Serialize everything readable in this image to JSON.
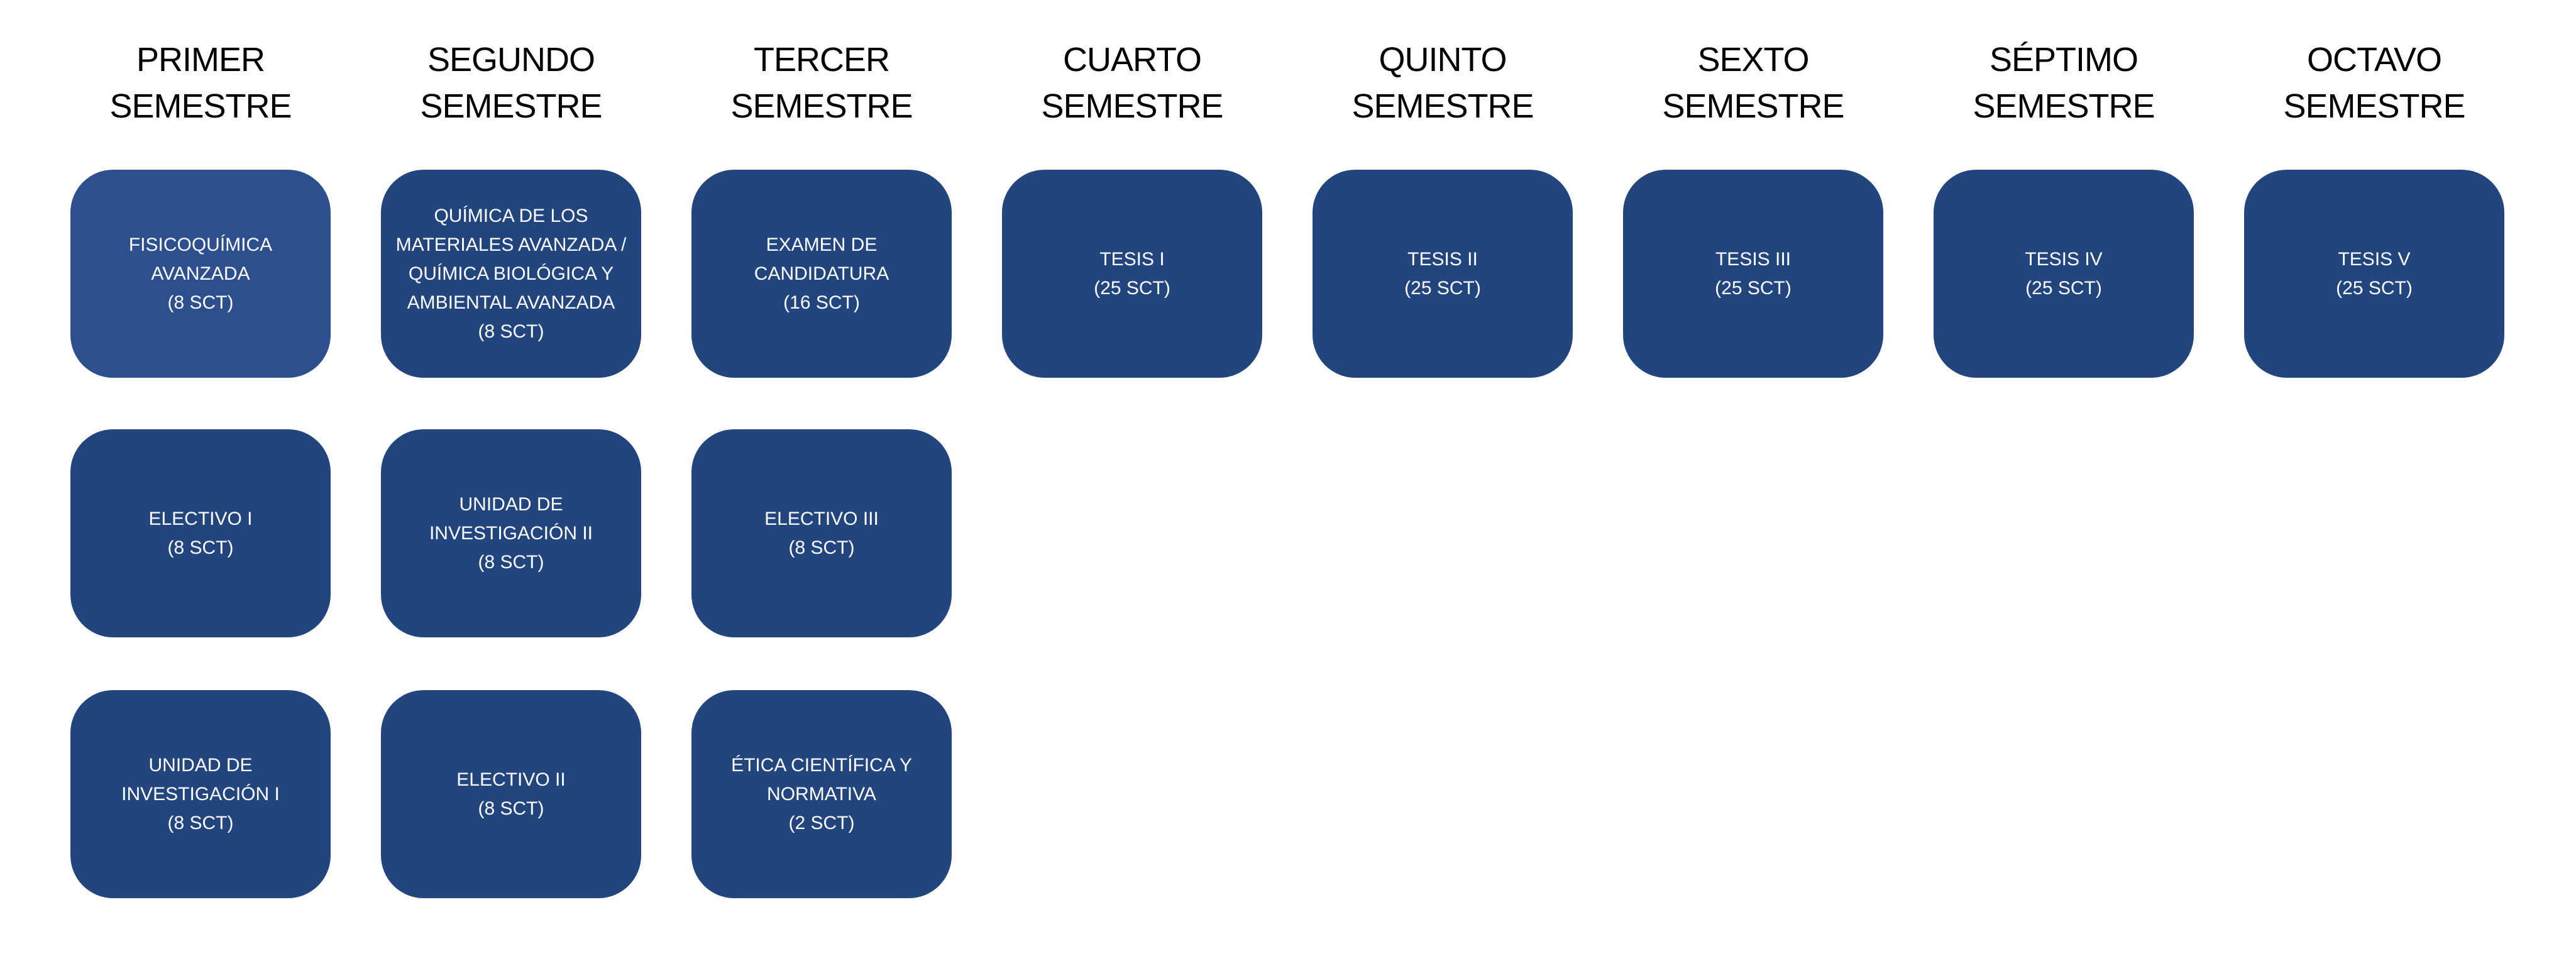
{
  "colors": {
    "box_fill": "#23457E",
    "box_fill_light": "#2D4F8E",
    "box_text": "#FFFFFF",
    "header_text": "#000000",
    "page_bg": "#FFFFFF"
  },
  "columns": [
    {
      "header": {
        "line1": "PRIMER",
        "line2": "SEMESTRE"
      },
      "courses": [
        {
          "name": "FISICOQUÍMICA AVANZADA",
          "credits": "(8 SCT)",
          "highlight": true
        },
        {
          "name": "ELECTIVO I",
          "credits": "(8 SCT)",
          "highlight": false
        },
        {
          "name": "UNIDAD DE INVESTIGACIÓN I",
          "credits": "(8 SCT)",
          "highlight": false
        }
      ]
    },
    {
      "header": {
        "line1": "SEGUNDO",
        "line2": "SEMESTRE"
      },
      "courses": [
        {
          "name": "QUÍMICA DE LOS MATERIALES AVANZADA / QUÍMICA BIOLÓGICA Y AMBIENTAL AVANZADA",
          "credits": "(8 SCT)",
          "highlight": false
        },
        {
          "name": "UNIDAD DE INVESTIGACIÓN II",
          "credits": "(8 SCT)",
          "highlight": false
        },
        {
          "name": "ELECTIVO II",
          "credits": "(8 SCT)",
          "highlight": false
        }
      ]
    },
    {
      "header": {
        "line1": "TERCER",
        "line2": "SEMESTRE"
      },
      "courses": [
        {
          "name": "EXAMEN DE CANDIDATURA",
          "credits": "(16 SCT)",
          "highlight": false
        },
        {
          "name": "ELECTIVO III",
          "credits": "(8 SCT)",
          "highlight": false
        },
        {
          "name": "ÉTICA CIENTÍFICA Y NORMATIVA",
          "credits": "(2 SCT)",
          "highlight": false
        }
      ]
    },
    {
      "header": {
        "line1": "CUARTO",
        "line2": "SEMESTRE"
      },
      "courses": [
        {
          "name": "TESIS I",
          "credits": "(25 SCT)",
          "highlight": false
        }
      ]
    },
    {
      "header": {
        "line1": "QUINTO",
        "line2": "SEMESTRE"
      },
      "courses": [
        {
          "name": "TESIS II",
          "credits": "(25 SCT)",
          "highlight": false
        }
      ]
    },
    {
      "header": {
        "line1": "SEXTO",
        "line2": "SEMESTRE"
      },
      "courses": [
        {
          "name": "TESIS III",
          "credits": "(25 SCT)",
          "highlight": false
        }
      ]
    },
    {
      "header": {
        "line1": "SÉPTIMO",
        "line2": "SEMESTRE"
      },
      "courses": [
        {
          "name": "TESIS IV",
          "credits": "(25 SCT)",
          "highlight": false
        }
      ]
    },
    {
      "header": {
        "line1": "OCTAVO",
        "line2": "SEMESTRE"
      },
      "courses": [
        {
          "name": "TESIS V",
          "credits": "(25 SCT)",
          "highlight": false
        }
      ]
    }
  ]
}
